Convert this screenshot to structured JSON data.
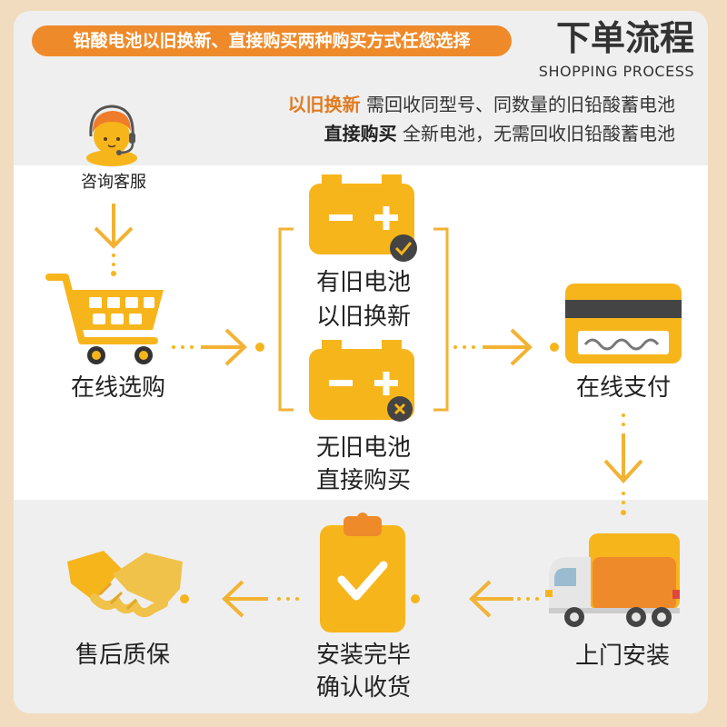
{
  "header": {
    "banner": "铅酸电池以旧换新、直接购买两种购买方式任您选择",
    "title_cn": "下单流程",
    "title_en": "SHOPPING PROCESS"
  },
  "notes": [
    {
      "key": "以旧换新",
      "text": " 需回收同型号、同数量的旧铅酸蓄电池"
    },
    {
      "key": "直接购买",
      "text": " 全新电池，无需回收旧铅酸蓄电池"
    }
  ],
  "steps": {
    "consult": "咨询客服",
    "shop": "在线选购",
    "option_old_1": "有旧电池",
    "option_old_2": "以旧换新",
    "option_new_1": "无旧电池",
    "option_new_2": "直接购买",
    "pay": "在线支付",
    "install": "上门安装",
    "complete_1": "安装完毕",
    "complete_2": "确认收货",
    "warranty": "售后质保"
  },
  "icons": [
    "headset-agent-icon",
    "shopping-cart-icon",
    "battery-check-icon",
    "battery-x-icon",
    "credit-card-icon",
    "delivery-truck-icon",
    "clipboard-check-icon",
    "handshake-icon"
  ],
  "colors": {
    "accent": "#ef8a2a",
    "icon": "#f7b51c",
    "background": "#f2dcc0"
  }
}
